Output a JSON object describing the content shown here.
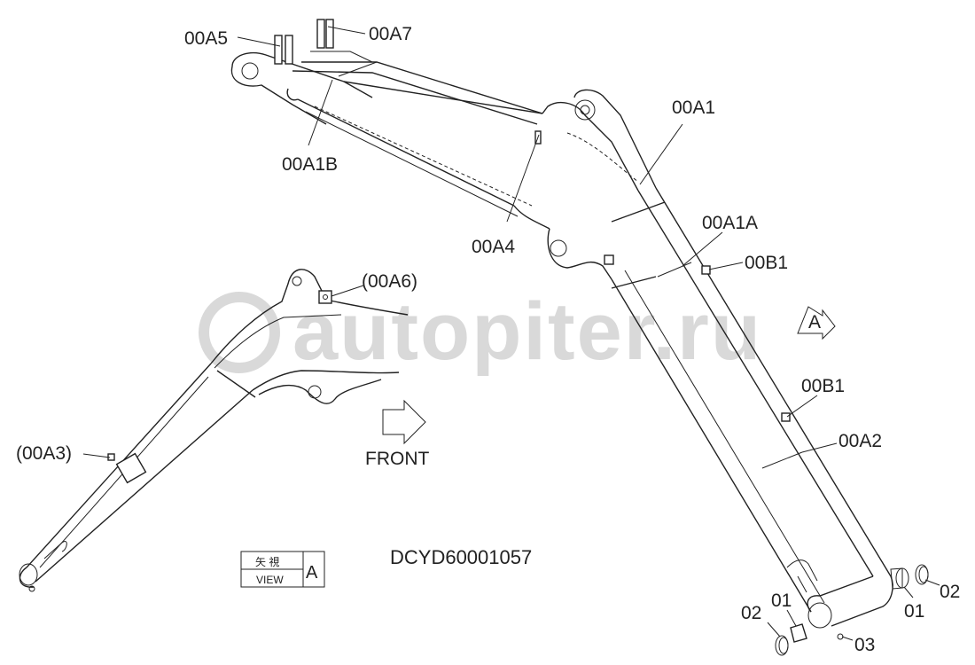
{
  "watermark": "autopiter.ru",
  "drawing_code": "DCYD60001057",
  "front_label": "FRONT",
  "view_box": {
    "kanji": "矢 視",
    "view": "VIEW",
    "letter": "A"
  },
  "view_arrow_letter": "A",
  "callouts": {
    "a5": "00A5",
    "a7": "00A7",
    "a1b": "00A1B",
    "a1": "00A1",
    "a4": "00A4",
    "a1a": "00A1A",
    "b1_top": "00B1",
    "b1_mid": "00B1",
    "a2": "00A2",
    "a6": "(00A6)",
    "a3": "(00A3)",
    "p02_left": "02",
    "p01_left": "01",
    "p03": "03",
    "p01_right": "01",
    "p02_right": "02"
  }
}
